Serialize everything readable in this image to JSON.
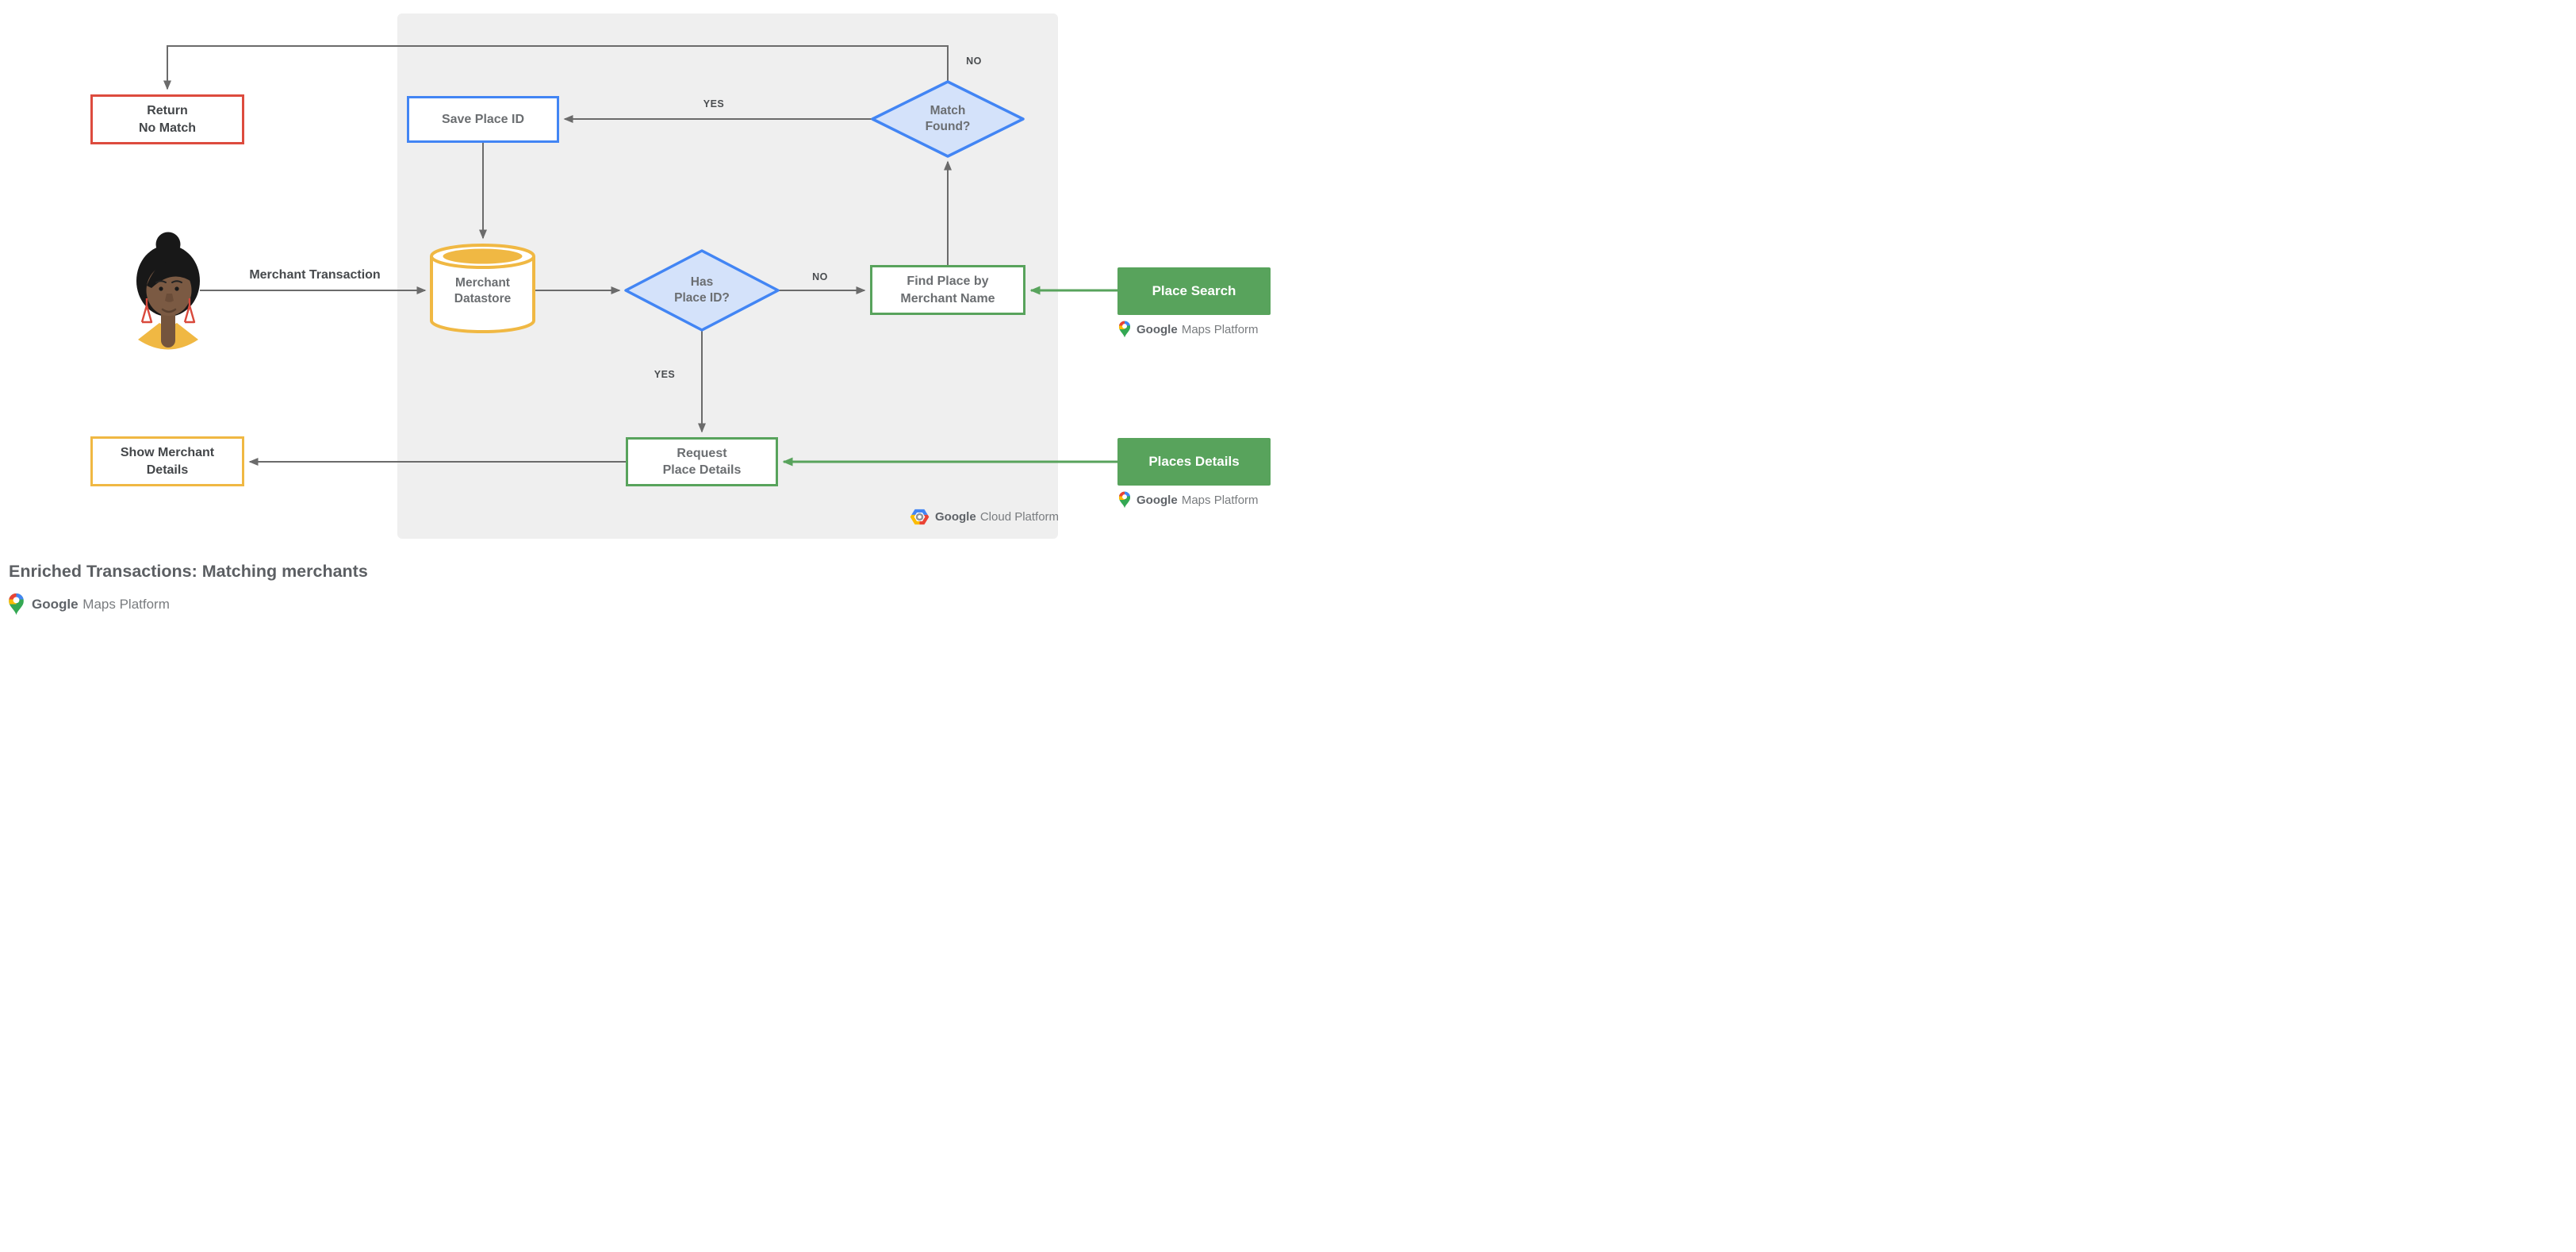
{
  "title": "Enriched Transactions: Matching merchants",
  "nodes": {
    "return_no_match": "Return\nNo Match",
    "save_place_id": "Save Place ID",
    "match_found": "Match\nFound?",
    "merchant_datastore": "Merchant\nDatastore",
    "has_place_id": "Has\nPlace ID?",
    "find_place_by_merchant_name": "Find Place by\nMerchant Name",
    "place_search": "Place Search",
    "request_place_details": "Request\nPlace Details",
    "places_details": "Places Details",
    "show_merchant_details": "Show Merchant\nDetails"
  },
  "edge_labels": {
    "match_found_no": "NO",
    "match_found_yes": "YES",
    "has_place_id_no": "NO",
    "has_place_id_yes": "YES",
    "merchant_transaction": "Merchant Transaction"
  },
  "logos": {
    "maps_google": "Google",
    "maps_suffix": "Maps Platform",
    "cloud_google": "Google",
    "cloud_suffix": "Cloud Platform"
  },
  "colors": {
    "red": "#DD4B3E",
    "blue": "#4285F4",
    "diamond_fill": "#D4E2FA",
    "yellow": "#F0B843",
    "green": "#58A35C",
    "line_gray": "#6B6B6B",
    "panel_gray": "#EFEFEF",
    "text_dark": "#434649",
    "text_mid": "#6B6E71"
  }
}
